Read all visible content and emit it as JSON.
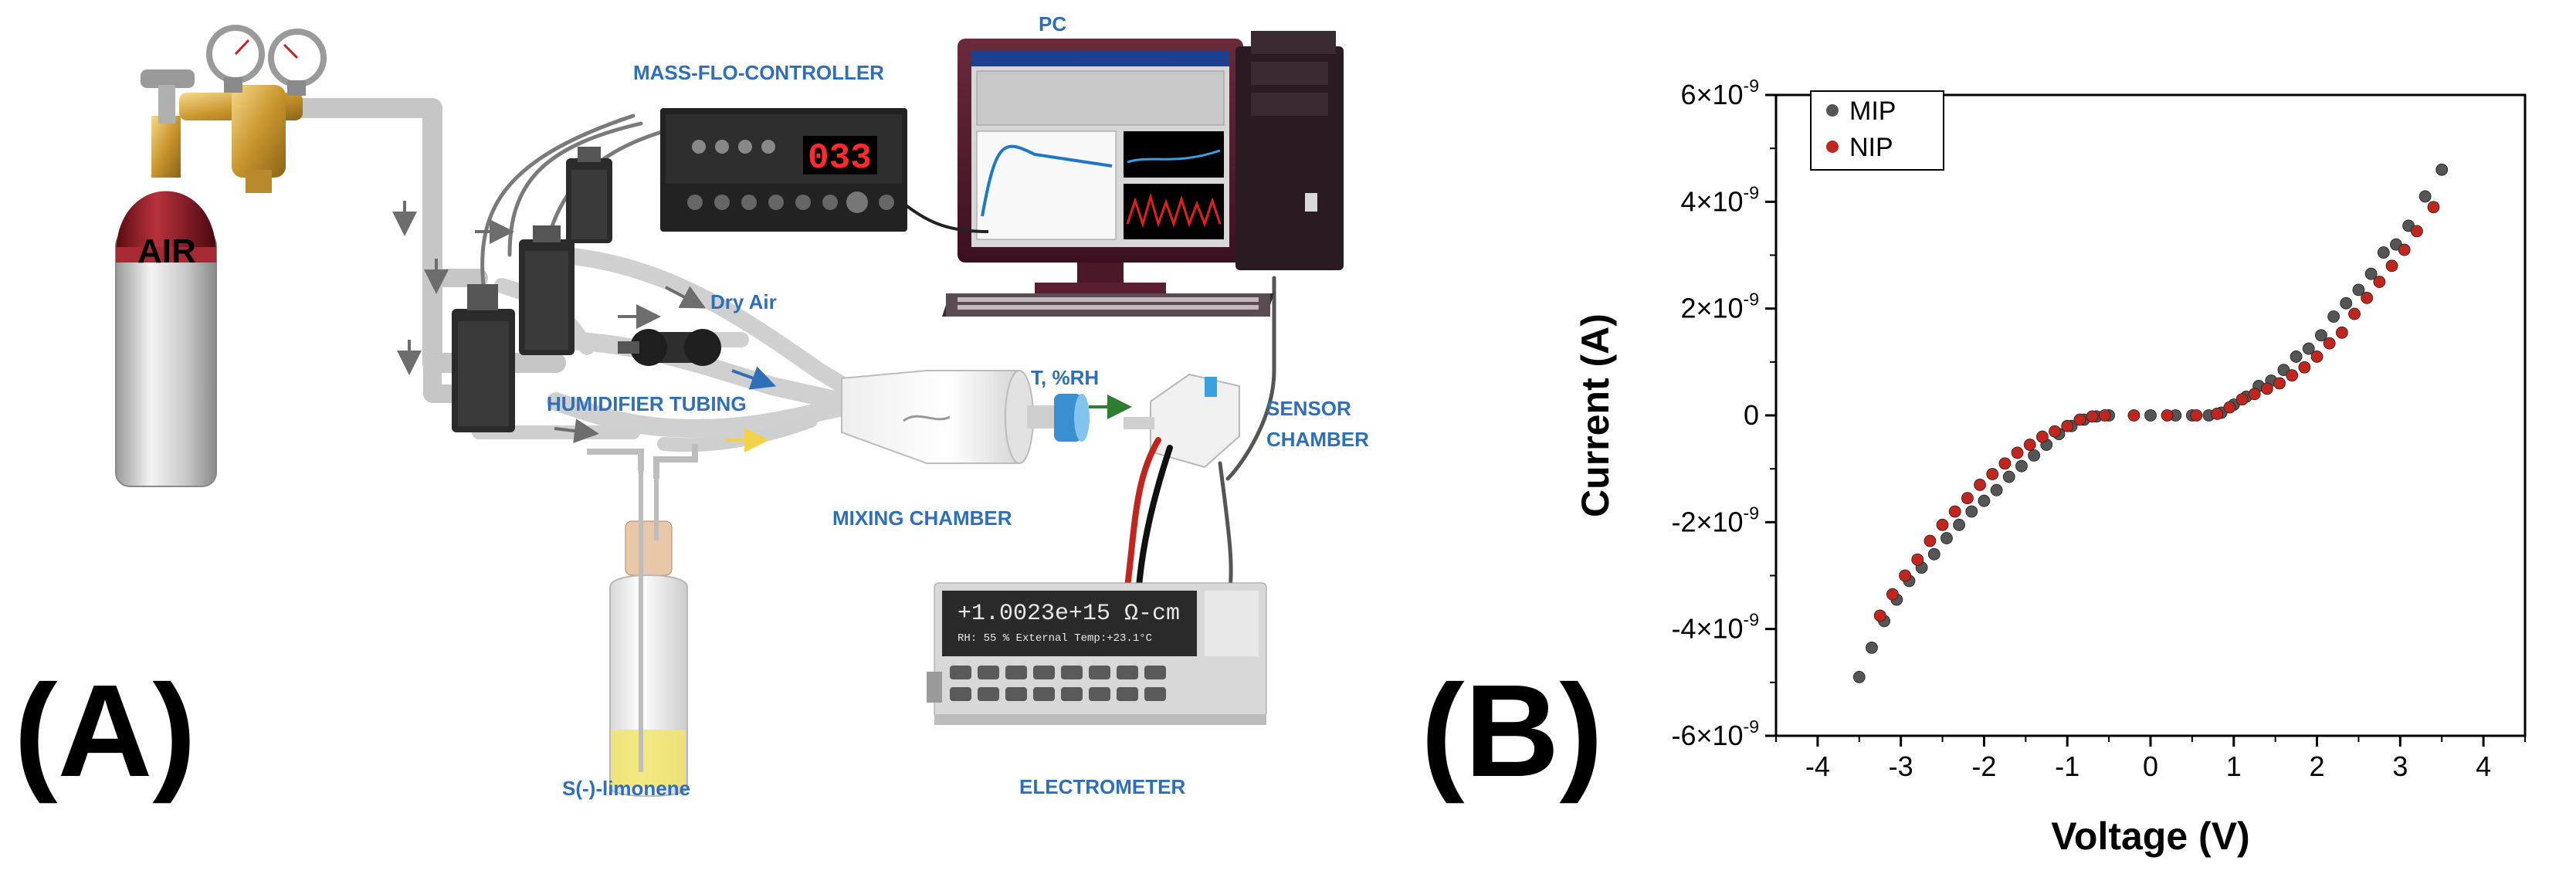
{
  "panel_a": {
    "letter": "(A)",
    "labels": {
      "pc": "PC",
      "mfc": "MASS-FLO-CONTROLLER",
      "dry_air": "Dry Air",
      "humidifier": "HUMIDIFIER TUBING",
      "t_rh": "T, %RH",
      "sensor_chamber_1": "SENSOR",
      "sensor_chamber_2": "CHAMBER",
      "mixing_chamber": "MIXING CHAMBER",
      "limonene": "S(-)-limonene",
      "electrometer": "ELECTROMETER",
      "air": "AIR"
    },
    "mfc_display": "033",
    "electrometer_display": "+1.0023e+15 Ω-cm",
    "electrometer_sub": "RH: 55 %   External Temp:+23.1°C"
  },
  "panel_b": {
    "letter": "(B)"
  },
  "chart_data": {
    "type": "scatter",
    "xlabel": "Voltage (V)",
    "ylabel": "Current (A)",
    "xlim": [
      -4.5,
      4.5
    ],
    "ylim": [
      -6e-09,
      6e-09
    ],
    "x_ticks": [
      -4,
      -3,
      -2,
      -1,
      0,
      1,
      2,
      3,
      4
    ],
    "y_ticks": [
      {
        "value": -6e-09,
        "mant": "-6×10",
        "exp": "-9"
      },
      {
        "value": -4e-09,
        "mant": "-4×10",
        "exp": "-9"
      },
      {
        "value": -2e-09,
        "mant": "-2×10",
        "exp": "-9"
      },
      {
        "value": 0,
        "mant": "0",
        "exp": ""
      },
      {
        "value": 2e-09,
        "mant": "2×10",
        "exp": "-9"
      },
      {
        "value": 4e-09,
        "mant": "4×10",
        "exp": "-9"
      },
      {
        "value": 6e-09,
        "mant": "6×10",
        "exp": "-9"
      }
    ],
    "legend_position": "top-left",
    "grid": false,
    "series": [
      {
        "name": "MIP",
        "color": "#555555",
        "x": [
          -3.5,
          -3.35,
          -3.2,
          -3.05,
          -2.9,
          -2.75,
          -2.6,
          -2.45,
          -2.3,
          -2.15,
          -2.0,
          -1.85,
          -1.7,
          -1.55,
          -1.4,
          -1.25,
          -1.1,
          -0.95,
          -0.8,
          -0.65,
          -0.5,
          0.0,
          0.3,
          0.5,
          0.7,
          0.85,
          1.0,
          1.15,
          1.3,
          1.45,
          1.6,
          1.75,
          1.9,
          2.05,
          2.2,
          2.35,
          2.5,
          2.65,
          2.8,
          2.95,
          3.1,
          3.3,
          3.5
        ],
        "y": [
          -4.9e-09,
          -4.35e-09,
          -3.85e-09,
          -3.45e-09,
          -3.1e-09,
          -2.85e-09,
          -2.6e-09,
          -2.3e-09,
          -2.05e-09,
          -1.8e-09,
          -1.6e-09,
          -1.4e-09,
          -1.15e-09,
          -9.5e-10,
          -7.5e-10,
          -5.5e-10,
          -3.5e-10,
          -2e-10,
          -8e-11,
          -2e-11,
          0.0,
          0.0,
          0.0,
          0.0,
          0.0,
          5e-11,
          2e-10,
          3.5e-10,
          5.5e-10,
          6.5e-10,
          8.5e-10,
          1.1e-09,
          1.25e-09,
          1.5e-09,
          1.85e-09,
          2.1e-09,
          2.35e-09,
          2.65e-09,
          3.05e-09,
          3.2e-09,
          3.55e-09,
          4.1e-09,
          4.6e-09
        ]
      },
      {
        "name": "NIP",
        "color": "#c0261e",
        "x": [
          -3.25,
          -3.1,
          -2.95,
          -2.8,
          -2.65,
          -2.5,
          -2.35,
          -2.2,
          -2.05,
          -1.9,
          -1.75,
          -1.6,
          -1.45,
          -1.3,
          -1.15,
          -1.0,
          -0.85,
          -0.7,
          -0.55,
          -0.2,
          0.2,
          0.55,
          0.8,
          0.95,
          1.1,
          1.25,
          1.4,
          1.55,
          1.7,
          1.85,
          2.0,
          2.15,
          2.3,
          2.45,
          2.6,
          2.75,
          2.9,
          3.05,
          3.2,
          3.4
        ],
        "y": [
          -3.75e-09,
          -3.35e-09,
          -3e-09,
          -2.7e-09,
          -2.35e-09,
          -2.05e-09,
          -1.8e-09,
          -1.55e-09,
          -1.3e-09,
          -1.1e-09,
          -9e-10,
          -7e-10,
          -5.5e-10,
          -4e-10,
          -3e-10,
          -2e-10,
          -8e-11,
          -2e-11,
          0.0,
          0.0,
          0.0,
          0.0,
          3e-11,
          1.5e-10,
          3e-10,
          4e-10,
          5e-10,
          6e-10,
          7.5e-10,
          9e-10,
          1.1e-09,
          1.35e-09,
          1.55e-09,
          1.9e-09,
          2.2e-09,
          2.5e-09,
          2.8e-09,
          3.1e-09,
          3.45e-09,
          3.9e-09
        ]
      }
    ]
  }
}
